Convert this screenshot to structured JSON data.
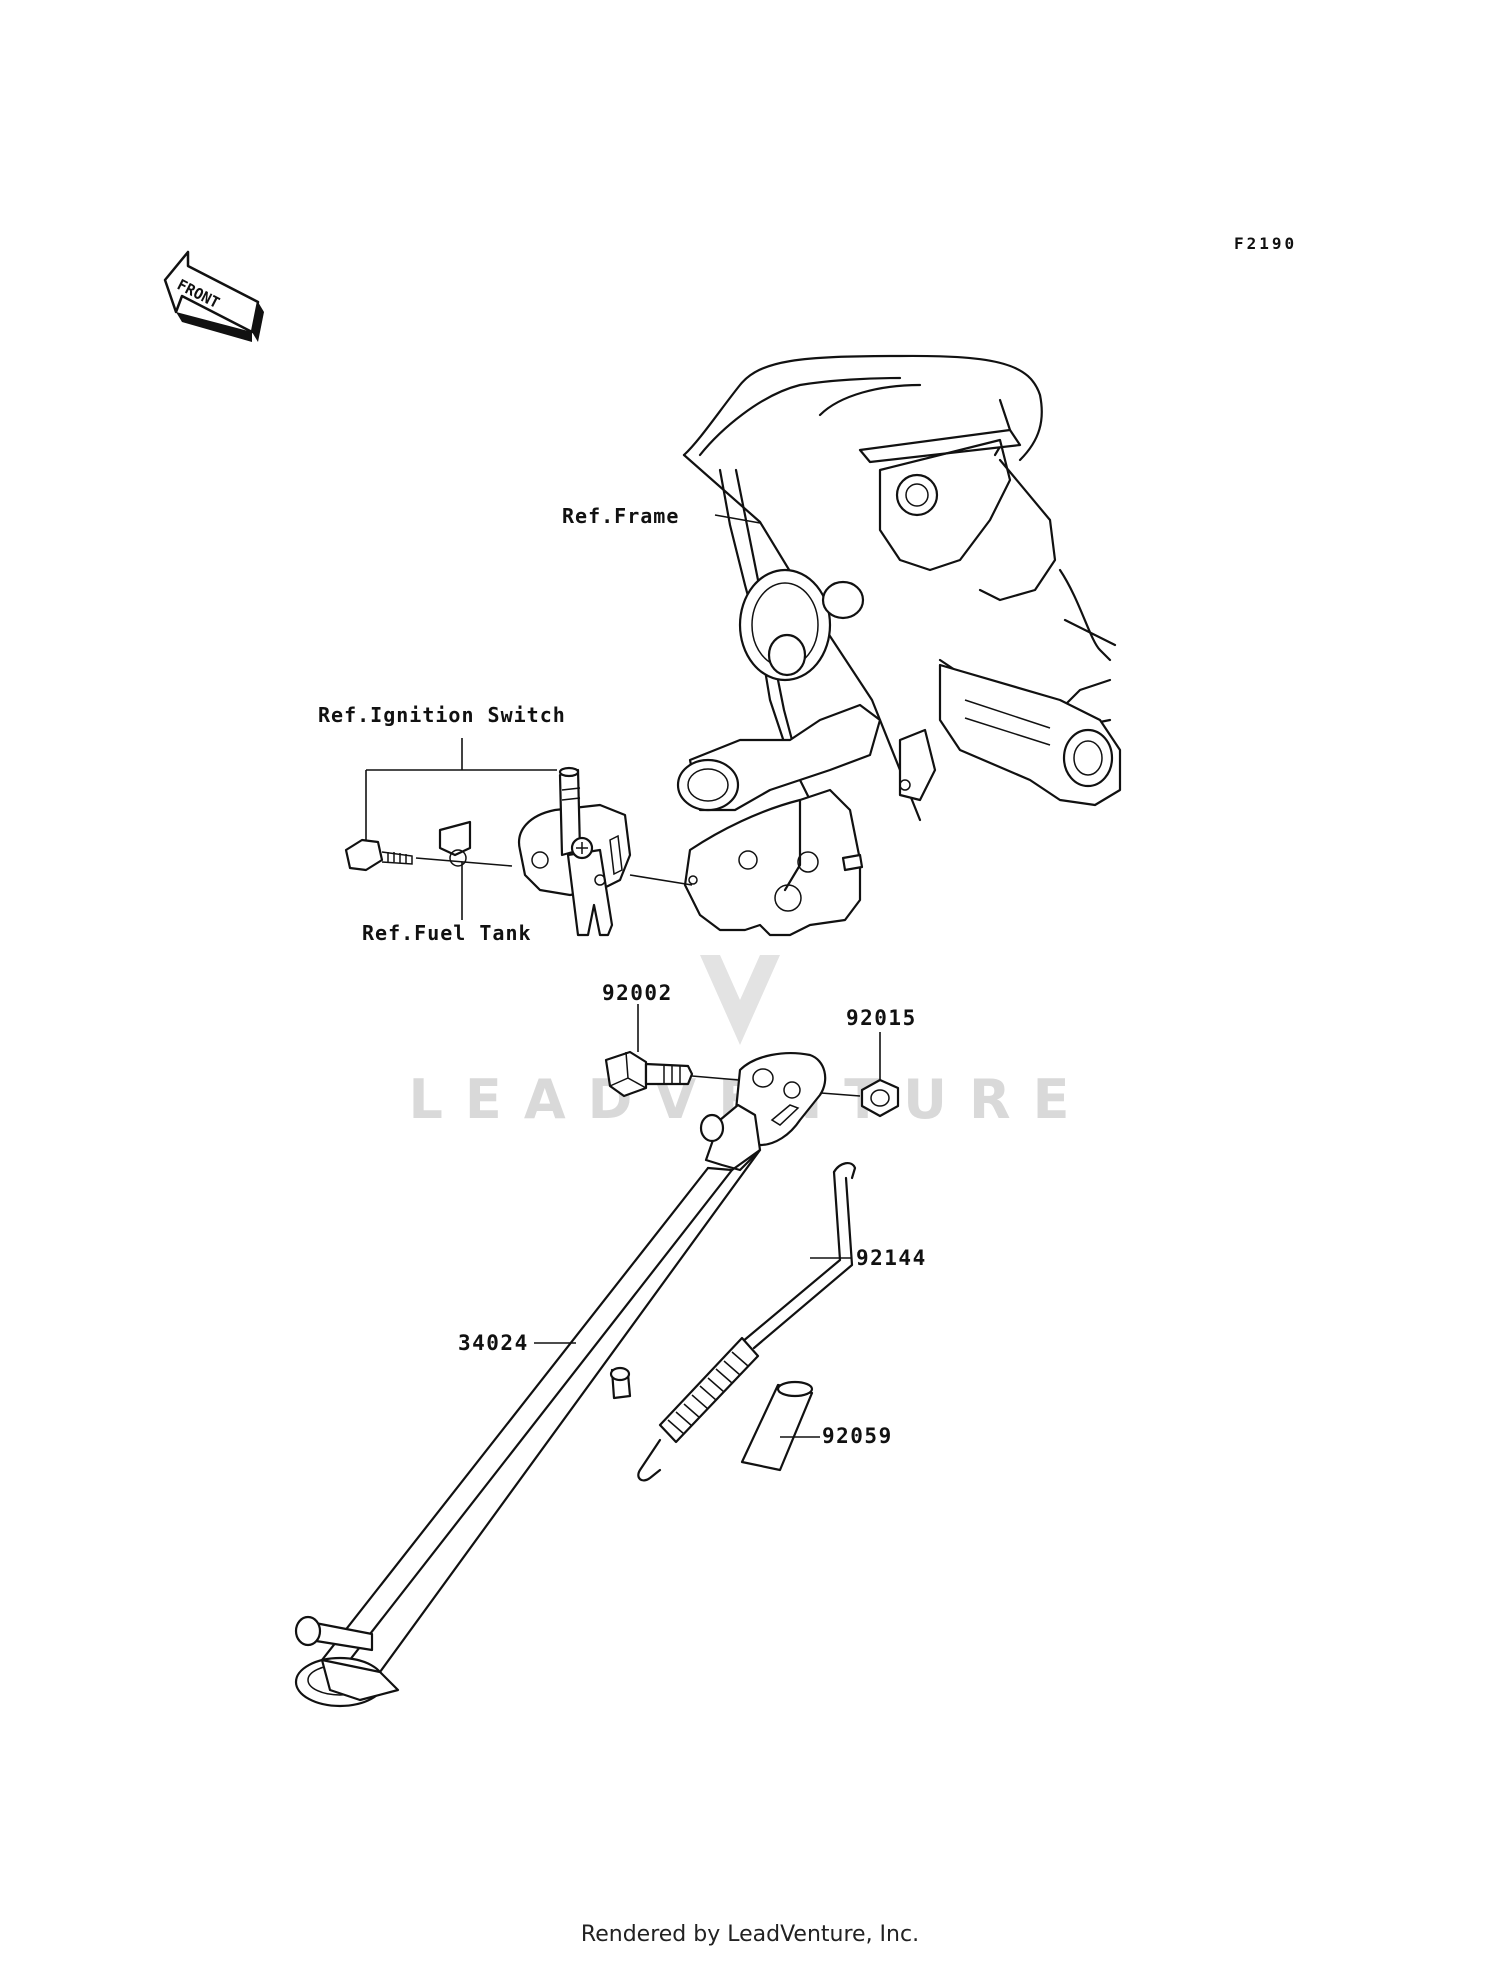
{
  "diagram": {
    "code": "F2190",
    "front_label": "FRONT",
    "watermark": "LEADVENTURE",
    "callouts": {
      "ref_frame": "Ref.Frame",
      "ref_ignition_switch": "Ref.Ignition Switch",
      "ref_fuel_tank": "Ref.Fuel Tank",
      "part_92002": "92002",
      "part_92015": "92015",
      "part_92144": "92144",
      "part_34024": "34024",
      "part_92059": "92059"
    }
  },
  "footer": {
    "text": "Rendered by LeadVenture, Inc."
  }
}
